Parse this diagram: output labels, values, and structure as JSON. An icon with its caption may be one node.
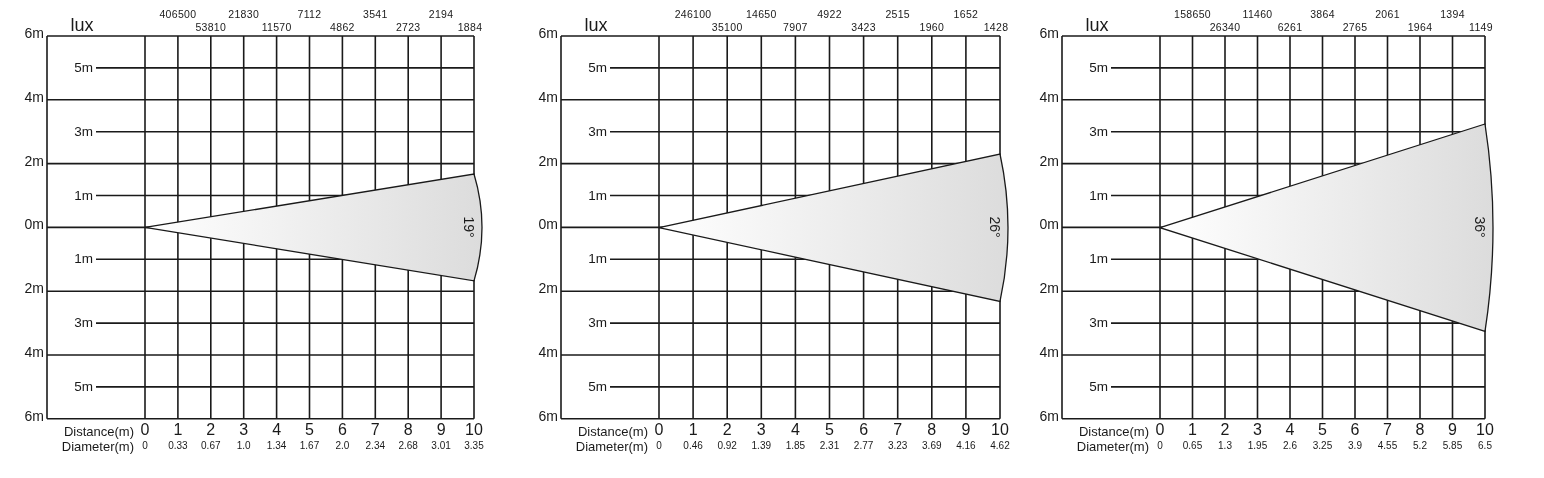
{
  "diagram": {
    "nodes": [
      {
        "text": [
          "19°"
        ]
      },
      {
        "text": [
          "26°"
        ]
      },
      {
        "text": [
          "36°"
        ]
      }
    ],
    "labels": [
      "lux",
      "406500",
      "53810",
      "21830",
      "11570",
      "7112",
      "4862",
      "3541",
      "2723",
      "2194",
      "1884",
      "6m",
      "5m",
      "4m",
      "3m",
      "2m",
      "1m",
      "0m",
      "1m",
      "2m",
      "3m",
      "4m",
      "5m",
      "6m",
      "Distance(m)",
      "0",
      "1",
      "2",
      "3",
      "4",
      "5",
      "6",
      "7",
      "8",
      "9",
      "10",
      "Diameter(m)",
      "0",
      "0.33",
      "0.67",
      "1.0",
      "1.34",
      "1.67",
      "2.0",
      "2.34",
      "2.68",
      "3.01",
      "3.35",
      "lux",
      "246100",
      "35100",
      "14650",
      "7907",
      "4922",
      "3423",
      "2515",
      "1960",
      "1652",
      "1428",
      "6m",
      "5m",
      "4m",
      "3m",
      "2m",
      "1m",
      "0m",
      "1m",
      "2m",
      "3m",
      "4m",
      "5m",
      "6m",
      "Distance(m)",
      "0",
      "1",
      "2",
      "3",
      "4",
      "5",
      "6",
      "7",
      "8",
      "9",
      "10",
      "Diameter(m)",
      "0",
      "0.46",
      "0.92",
      "1.39",
      "1.85",
      "2.31",
      "2.77",
      "3.23",
      "3.69",
      "4.16",
      "4.62",
      "lux",
      "158650",
      "26340",
      "11460",
      "6261",
      "3864",
      "2765",
      "2061",
      "1964",
      "1394",
      "1149",
      "6m",
      "5m",
      "4m",
      "3m",
      "2m",
      "1m",
      "0m",
      "1m",
      "2m",
      "3m",
      "4m",
      "5m",
      "6m",
      "Distance(m)",
      "0",
      "1",
      "2",
      "3",
      "4",
      "5",
      "6",
      "7",
      "8",
      "9",
      "10",
      "Diameter(m)",
      "0",
      "0.65",
      "1.3",
      "1.95",
      "2.6",
      "3.25",
      "3.9",
      "4.55",
      "5.2",
      "5.85",
      "6.5"
    ]
  }
}
